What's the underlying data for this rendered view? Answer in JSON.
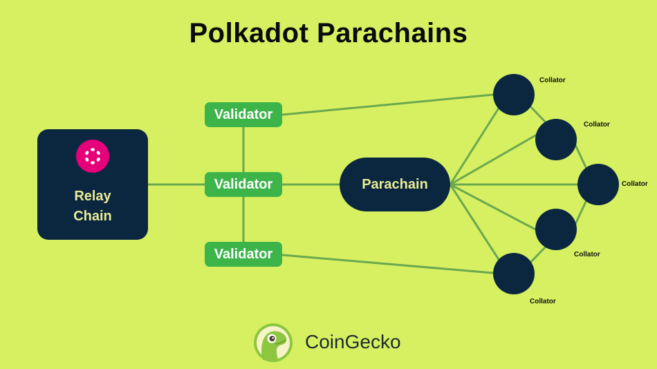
{
  "title": "Polkadot Parachains",
  "relay_chain": {
    "label_line1": "Relay",
    "label_line2": "Chain",
    "logo_icon": "polkadot-logo-icon"
  },
  "validators": [
    {
      "label": "Validator"
    },
    {
      "label": "Validator"
    },
    {
      "label": "Validator"
    }
  ],
  "parachain": {
    "label": "Parachain"
  },
  "collators": [
    {
      "label": "Collator"
    },
    {
      "label": "Collator"
    },
    {
      "label": "Collator"
    },
    {
      "label": "Collator"
    },
    {
      "label": "Collator"
    }
  ],
  "brand": {
    "name": "CoinGecko",
    "logo_icon": "coingecko-gecko-icon"
  },
  "colors": {
    "background": "#d6f062",
    "node_dark": "#0b2740",
    "validator_green": "#3cb44a",
    "connector": "#6aa84f",
    "label_yellow": "#e9ec95",
    "polkadot_pink": "#e6007a"
  }
}
